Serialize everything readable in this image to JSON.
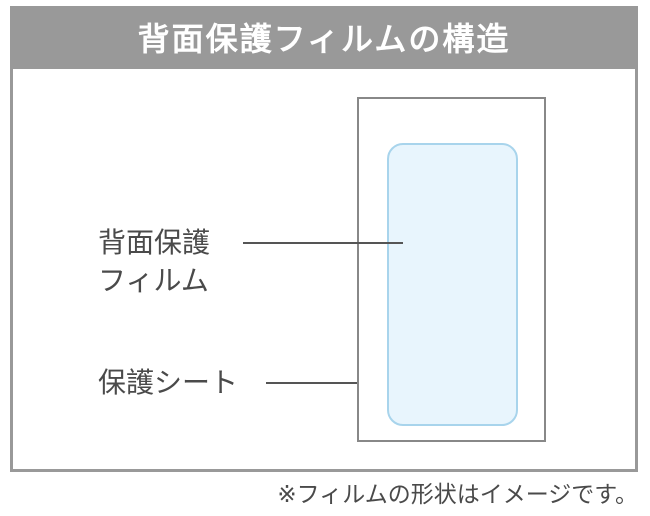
{
  "header": {
    "title": "背面保護フィルムの構造"
  },
  "diagram": {
    "film_label_line1": "背面保護",
    "film_label_line2": "フィルム",
    "sheet_label": "保護シート"
  },
  "footer": {
    "note": "※フィルムの形状はイメージです。"
  },
  "colors": {
    "header_background": "#999999",
    "film_fill": "#e8f5fd",
    "film_border": "#a8d4ec",
    "sheet_border": "#888888"
  }
}
